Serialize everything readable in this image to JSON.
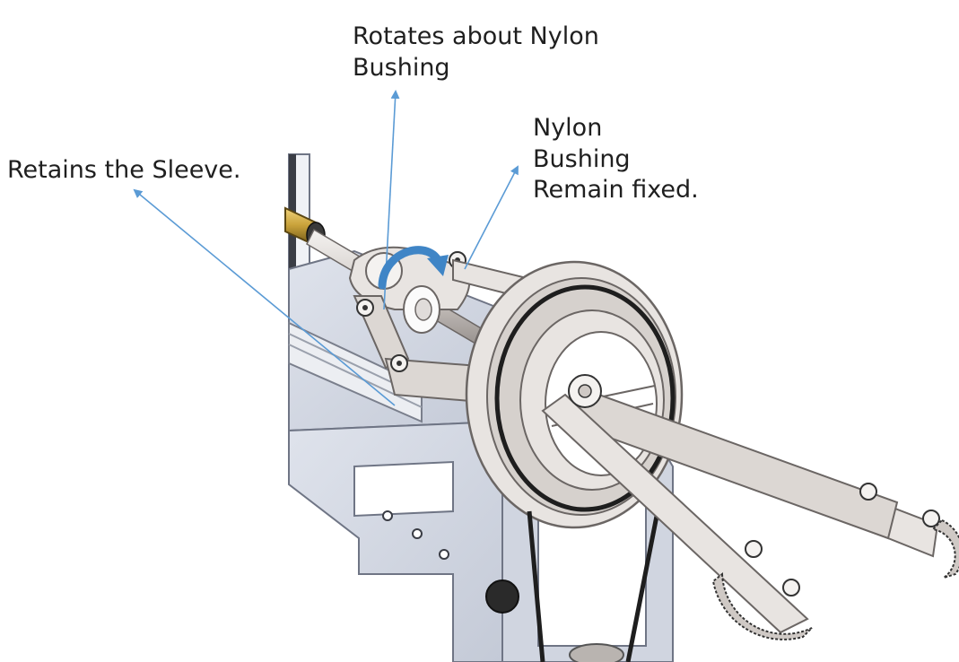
{
  "annotations": {
    "rotates": {
      "lines": [
        "Rotates about Nylon",
        "Bushing"
      ]
    },
    "bushing": {
      "lines": [
        "Nylon",
        "Bushing",
        "Remain fixed."
      ]
    },
    "retains": {
      "lines": [
        "Retains the Sleeve."
      ]
    }
  },
  "colors": {
    "arrow": "#5b9bd5",
    "rotation_arrow": "#3f85c6",
    "label_text": "#1f1f1f",
    "bracket_fill": "#d6dbe6",
    "bracket_edge": "#6f7585",
    "metal_light": "#e8e4e1",
    "metal_mid": "#cfc9c5",
    "metal_dark": "#6b6664",
    "brass": "#c9a23a",
    "belt": "#1e1e1e"
  },
  "icons": [
    "rotation-arrow-icon"
  ]
}
